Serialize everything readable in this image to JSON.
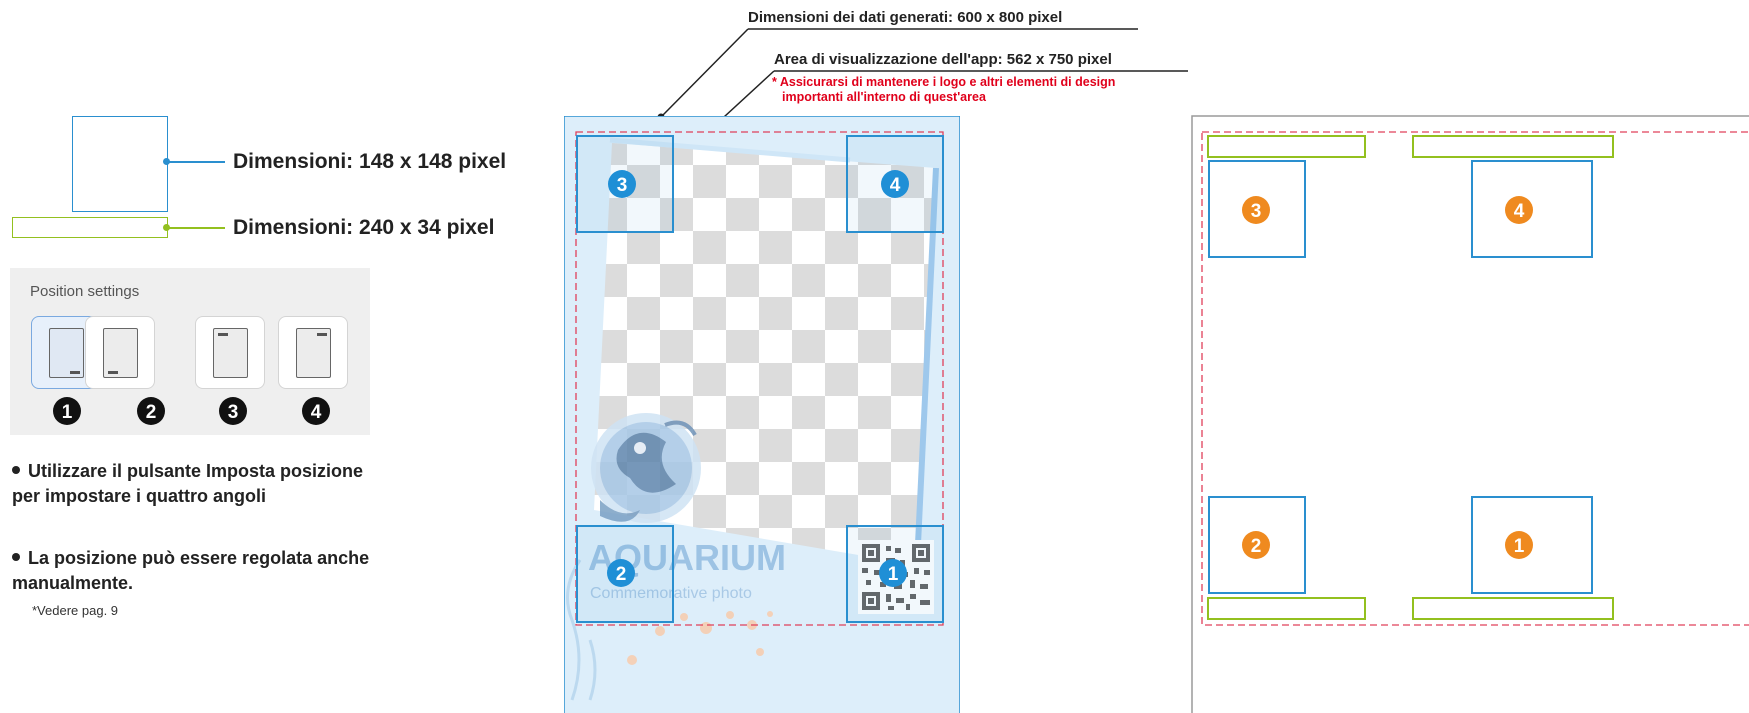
{
  "legend": {
    "square_size": "Dimensioni: 148 x 148 pixel",
    "bar_size": "Dimensioni: 240 x 34 pixel"
  },
  "position_settings": {
    "title": "Position settings",
    "buttons": [
      {
        "number": "1",
        "selected": true
      },
      {
        "number": "2",
        "selected": false
      },
      {
        "number": "3",
        "selected": false
      },
      {
        "number": "4",
        "selected": false
      }
    ]
  },
  "bullets": [
    "Utilizzare il pulsante Imposta posizione per impostare i quattro angoli",
    "La posizione può essere regolata anche manualmente."
  ],
  "page_ref": "*Vedere pag. 9",
  "header": {
    "generated_size": "Dimensioni dei dati generati: 600 x 800 pixel",
    "display_area": "Area di visualizzazione dell'app: 562 x 750 pixel",
    "warning_line1": "* Assicurarsi di mantenere i logo e altri elementi di design",
    "warning_line2": "importanti all'interno di quest'area"
  },
  "example_frame": {
    "logo_text": "AQUARIUM",
    "logo_subtitle": "Commemorative photo",
    "corner_markers": [
      "3",
      "4",
      "2",
      "1"
    ]
  },
  "layout_frame": {
    "corner_markers": [
      "3",
      "4",
      "2",
      "1"
    ]
  },
  "colors": {
    "square_outline": "#2a8fcf",
    "bar_outline": "#93c01f",
    "guide_dash": "#e0405a",
    "marker_blue": "#1f8fd6",
    "marker_orange": "#ef8a1f",
    "warning_red": "#e0001b"
  }
}
